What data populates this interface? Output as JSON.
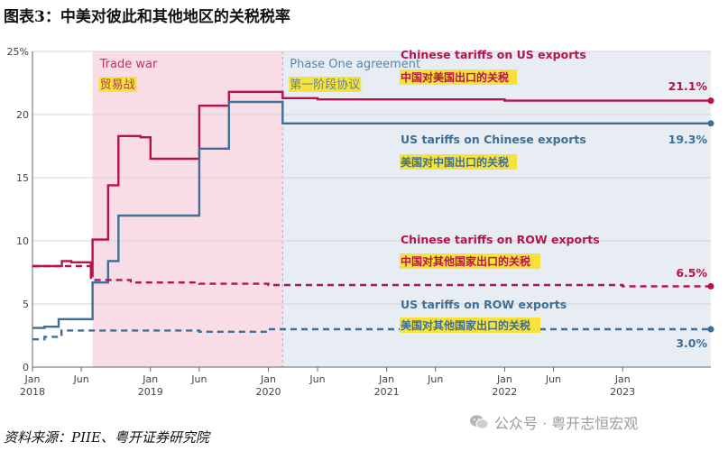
{
  "figure": {
    "title": "图表3：中美对彼此和其他地区的关税税率",
    "source": "资料来源：PIIE、粤开证券研究院",
    "watermark": "公众号 · 粤开志恒宏观",
    "watermark_icon": "wechat-icon"
  },
  "colors": {
    "china_series": "#b8124e",
    "us_series": "#3f6f96",
    "trade_war_band": "#f8dde6",
    "phase_one_band": "#e7edf3",
    "highlight": "#f7e23a",
    "axis": "#666666",
    "grid": "#d5d5d5"
  },
  "chart_data": {
    "type": "line",
    "step": true,
    "x_axis": {
      "range": [
        "2018-01-01",
        "2023-10-01"
      ],
      "ticks": [
        {
          "date": "2018-01-01",
          "label": "Jan",
          "year": "2018"
        },
        {
          "date": "2018-06-01",
          "label": "Jun",
          "year": ""
        },
        {
          "date": "2019-01-01",
          "label": "Jan",
          "year": "2019"
        },
        {
          "date": "2019-06-01",
          "label": "Jun",
          "year": ""
        },
        {
          "date": "2020-01-01",
          "label": "Jan",
          "year": "2020"
        },
        {
          "date": "2020-06-01",
          "label": "Jun",
          "year": ""
        },
        {
          "date": "2021-01-01",
          "label": "Jan",
          "year": "2021"
        },
        {
          "date": "2021-06-01",
          "label": "Jun",
          "year": ""
        },
        {
          "date": "2022-01-01",
          "label": "Jan",
          "year": "2022"
        },
        {
          "date": "2022-06-01",
          "label": "Jun",
          "year": ""
        },
        {
          "date": "2023-01-01",
          "label": "Jan",
          "year": "2023"
        }
      ]
    },
    "y_axis": {
      "range": [
        0,
        25
      ],
      "ticks": [
        0,
        5,
        10,
        15,
        20,
        25
      ],
      "top_tick_label": "25%"
    },
    "grid": true,
    "shaded_periods": [
      {
        "name": "Trade war",
        "name_cn": "贸易战",
        "start": "2018-07-06",
        "end": "2020-02-14",
        "color_key": "trade_war_band"
      },
      {
        "name": "Phase One agreement",
        "name_cn": "第一阶段协议",
        "start": "2020-02-14",
        "end": "2023-10-01",
        "color_key": "phase_one_band"
      }
    ],
    "series": [
      {
        "name": "Chinese tariffs on US exports",
        "name_cn": "中国对美国出口的关税",
        "color_key": "china_series",
        "dashed": false,
        "end_label": "21.1%",
        "points": [
          [
            "2018-01-01",
            8.0
          ],
          [
            "2018-04-02",
            8.4
          ],
          [
            "2018-05-01",
            8.3
          ],
          [
            "2018-07-01",
            7.2
          ],
          [
            "2018-07-06",
            10.1
          ],
          [
            "2018-08-23",
            14.4
          ],
          [
            "2018-09-24",
            18.3
          ],
          [
            "2018-12-01",
            18.2
          ],
          [
            "2019-01-01",
            16.5
          ],
          [
            "2019-06-01",
            20.7
          ],
          [
            "2019-09-01",
            21.8
          ],
          [
            "2020-02-14",
            21.3
          ],
          [
            "2020-06-01",
            21.2
          ],
          [
            "2021-01-01",
            21.2
          ],
          [
            "2022-01-01",
            21.1
          ],
          [
            "2023-10-01",
            21.1
          ]
        ]
      },
      {
        "name": "US tariffs on Chinese exports",
        "name_cn": "美国对中国出口的关税",
        "color_key": "us_series",
        "dashed": false,
        "end_label": "19.3%",
        "points": [
          [
            "2018-01-01",
            3.1
          ],
          [
            "2018-02-07",
            3.2
          ],
          [
            "2018-03-23",
            3.8
          ],
          [
            "2018-07-06",
            6.7
          ],
          [
            "2018-08-23",
            8.4
          ],
          [
            "2018-09-24",
            12.0
          ],
          [
            "2019-06-01",
            17.3
          ],
          [
            "2019-09-01",
            21.0
          ],
          [
            "2020-02-14",
            19.3
          ],
          [
            "2023-10-01",
            19.3
          ]
        ]
      },
      {
        "name": "Chinese tariffs on ROW exports",
        "name_cn": "中国对其他国家出口的关税",
        "color_key": "china_series",
        "dashed": true,
        "end_label": "6.5%",
        "points": [
          [
            "2018-01-01",
            8.0
          ],
          [
            "2018-07-01",
            6.9
          ],
          [
            "2018-11-01",
            6.7
          ],
          [
            "2019-06-01",
            6.6
          ],
          [
            "2020-01-01",
            6.5
          ],
          [
            "2022-06-01",
            6.5
          ],
          [
            "2023-01-01",
            6.4
          ],
          [
            "2023-10-01",
            6.4
          ]
        ]
      },
      {
        "name": "US tariffs on ROW exports",
        "name_cn": "美国对其他国家出口的关税",
        "color_key": "us_series",
        "dashed": true,
        "end_label": "3.0%",
        "points": [
          [
            "2018-01-01",
            2.2
          ],
          [
            "2018-02-07",
            2.4
          ],
          [
            "2018-04-01",
            2.9
          ],
          [
            "2019-06-01",
            2.8
          ],
          [
            "2020-01-01",
            3.0
          ],
          [
            "2023-10-01",
            3.0
          ]
        ]
      }
    ]
  }
}
